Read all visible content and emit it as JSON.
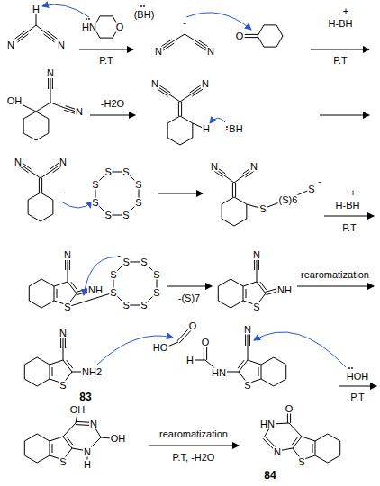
{
  "diagram": {
    "labels": [
      "H",
      "N",
      "N",
      "HN",
      "O",
      "(BH)",
      "P.T",
      "-",
      "N",
      "N",
      "O",
      "+",
      "H-BH",
      "P.T",
      "N",
      "N",
      "OH",
      "-H2O",
      "N",
      "N",
      "H",
      "BH",
      "N",
      "N",
      "-",
      "S",
      "S",
      "S",
      "S",
      "S",
      "S",
      "S",
      "S",
      "S",
      "(S)6",
      "S",
      "-",
      "N",
      "N",
      "+",
      "H-BH",
      "P.T",
      "N",
      "NH",
      "S",
      "S",
      "S",
      "S",
      "S",
      "S",
      "S",
      "S",
      "S",
      "-",
      "-(S)7",
      "N",
      "NH",
      "S",
      "rearomatization",
      "N",
      "NH2",
      "S",
      "83",
      "O",
      "HO",
      "N",
      "O",
      "H",
      "HN",
      "S",
      "HOH",
      "P.T",
      "OH",
      "N",
      "OH",
      "N",
      "H",
      "S",
      "rearomatization",
      "P.T, -H2O",
      "O",
      "HN",
      "N",
      "S",
      "84"
    ]
  }
}
